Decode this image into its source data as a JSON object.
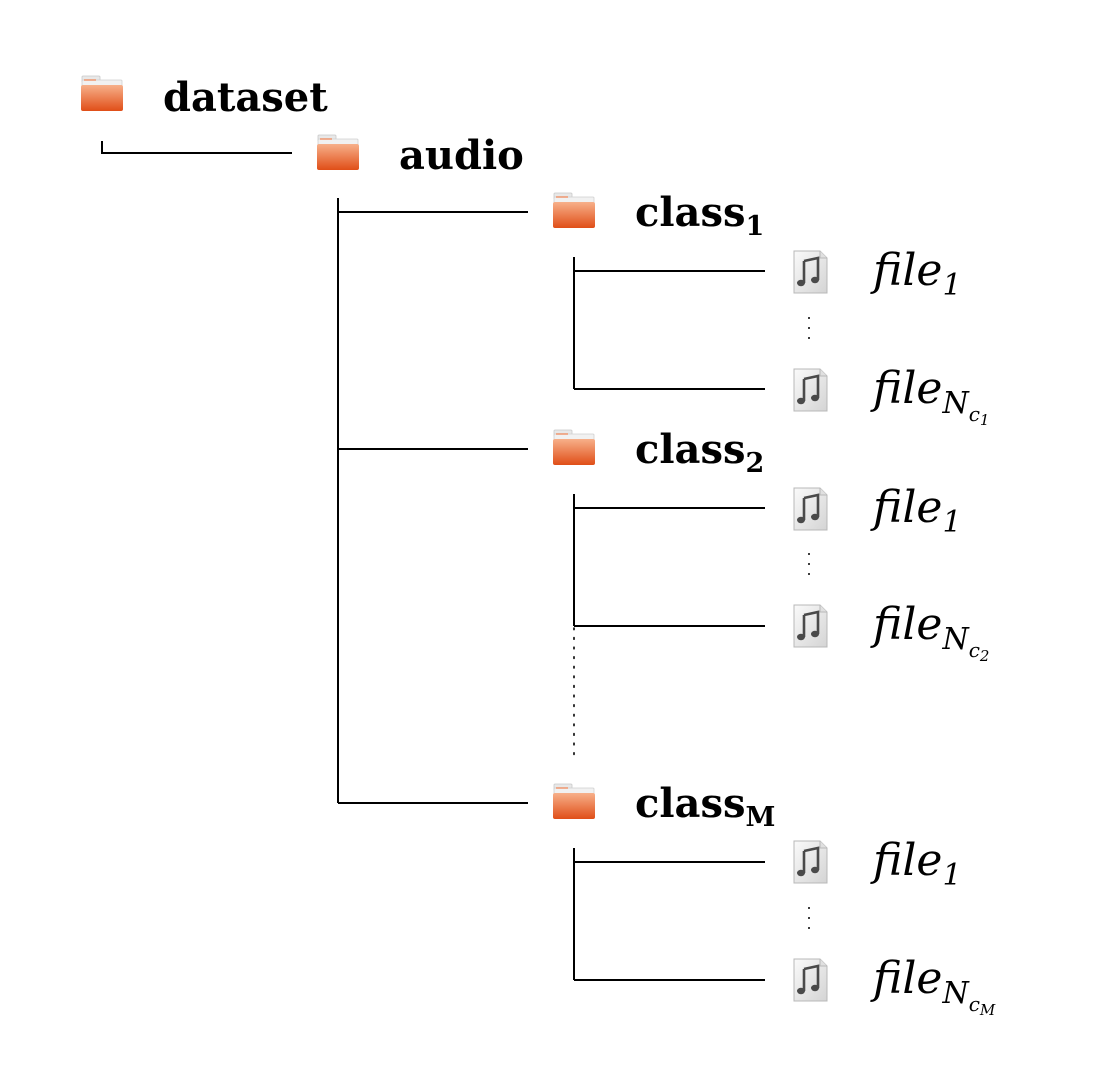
{
  "tree": {
    "root": {
      "label": "dataset",
      "icon": "folder-icon"
    },
    "audio": {
      "label": "audio",
      "icon": "folder-icon"
    },
    "classes": [
      {
        "label_main": "class",
        "label_sub": "1",
        "icon": "folder-icon",
        "files": [
          {
            "label_main": "file",
            "label_sub": "1",
            "icon": "audio-file-icon"
          },
          {
            "label_main": "file",
            "label_sub": "N",
            "label_sub_sub": "c",
            "label_sub_sub_sub": "1",
            "icon": "audio-file-icon"
          }
        ]
      },
      {
        "label_main": "class",
        "label_sub": "2",
        "icon": "folder-icon",
        "files": [
          {
            "label_main": "file",
            "label_sub": "1",
            "icon": "audio-file-icon"
          },
          {
            "label_main": "file",
            "label_sub": "N",
            "label_sub_sub": "c",
            "label_sub_sub_sub": "2",
            "icon": "audio-file-icon"
          }
        ]
      },
      {
        "label_main": "class",
        "label_sub": "M",
        "icon": "folder-icon",
        "files": [
          {
            "label_main": "file",
            "label_sub": "1",
            "icon": "audio-file-icon"
          },
          {
            "label_main": "file",
            "label_sub": "N",
            "label_sub_sub": "c",
            "label_sub_sub_sub": "M",
            "icon": "audio-file-icon"
          }
        ]
      }
    ]
  },
  "colors": {
    "folder_top": "#f5a57a",
    "folder_bottom": "#e0501c",
    "folder_tab": "#eeeeee",
    "line": "#000000",
    "file_page": "#ececec",
    "note": "#4a4a4a"
  }
}
